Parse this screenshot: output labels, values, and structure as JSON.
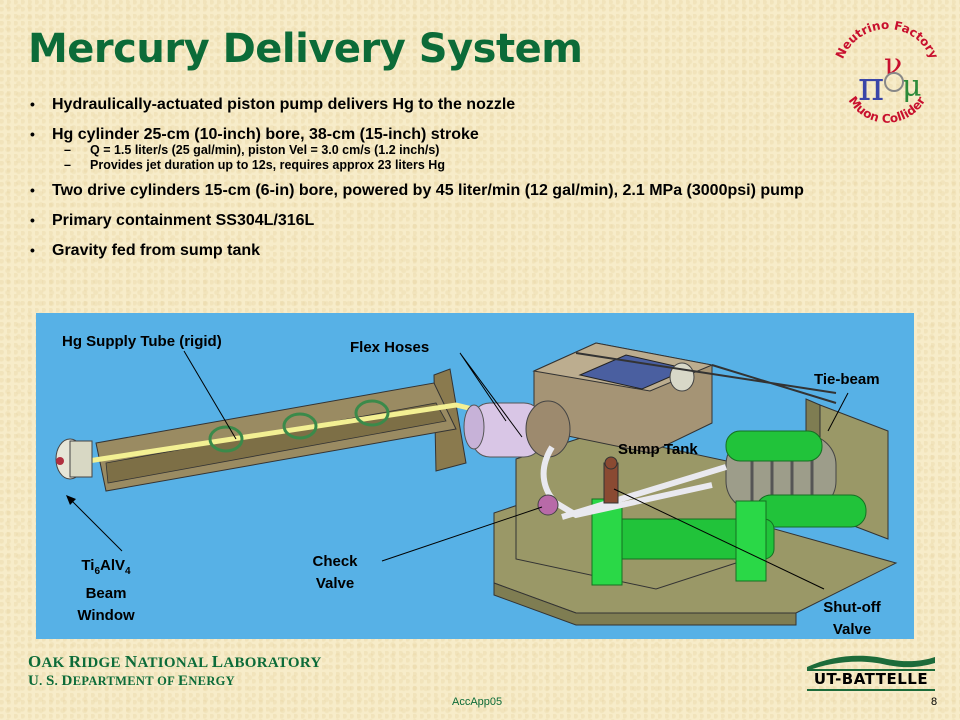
{
  "slide": {
    "title": "Mercury Delivery System",
    "bullets": [
      "Hydraulically-actuated piston pump delivers Hg to the nozzle",
      "Hg cylinder 25-cm (10-inch) bore, 38-cm (15-inch) stroke",
      "Two drive cylinders 15-cm (6-in) bore, powered by 45 liter/min (12 gal/min), 2.1 MPa (3000psi) pump",
      "Primary containment SS304L/316L",
      "Gravity fed from sump tank"
    ],
    "sub_bullets": [
      "Q = 1.5 liter/s (25 gal/min), piston Vel = 3.0 cm/s (1.2 inch/s)",
      "Provides jet duration up to 12s, requires approx 23 liters Hg"
    ],
    "bullet_marker": "•",
    "dash_marker": "–"
  },
  "diagram": {
    "labels": {
      "supply_tube": "Hg Supply Tube (rigid)",
      "flex_hoses": "Flex Hoses",
      "tie_beam": "Tie-beam",
      "sump_tank": "Sump Tank",
      "window_ti": "Ti",
      "window_sub1": "6",
      "window_al": "AlV",
      "window_sub2": "4",
      "window_line2": "Beam",
      "window_line3": "Window",
      "check_valve_1": "Check",
      "check_valve_2": "Valve",
      "shutoff_1": "Shut-off",
      "shutoff_2": "Valve"
    },
    "colors": {
      "background": "#57b1e6",
      "frame": "#9a9867",
      "green": "#21c33a",
      "tank": "#a59475"
    }
  },
  "logos": {
    "neutrino_line1": "Neutrino Factory",
    "neutrino_line2": "Muon Collider",
    "ut_battelle": "UT-BATTELLE"
  },
  "footer": {
    "ornl_words": [
      {
        "cap": "O",
        "rest": "AK"
      },
      {
        "cap": "R",
        "rest": "IDGE"
      },
      {
        "cap": "N",
        "rest": "ATIONAL"
      },
      {
        "cap": "L",
        "rest": "ABORATORY"
      }
    ],
    "doe_words": [
      {
        "cap": "U",
        "rest": "."
      },
      {
        "cap": "S",
        "rest": "."
      },
      {
        "cap": "D",
        "rest": "EPARTMENT"
      },
      {
        "cap": "",
        "rest": "OF"
      },
      {
        "cap": "E",
        "rest": "NERGY"
      }
    ],
    "code": "AccApp05",
    "page": "8"
  }
}
